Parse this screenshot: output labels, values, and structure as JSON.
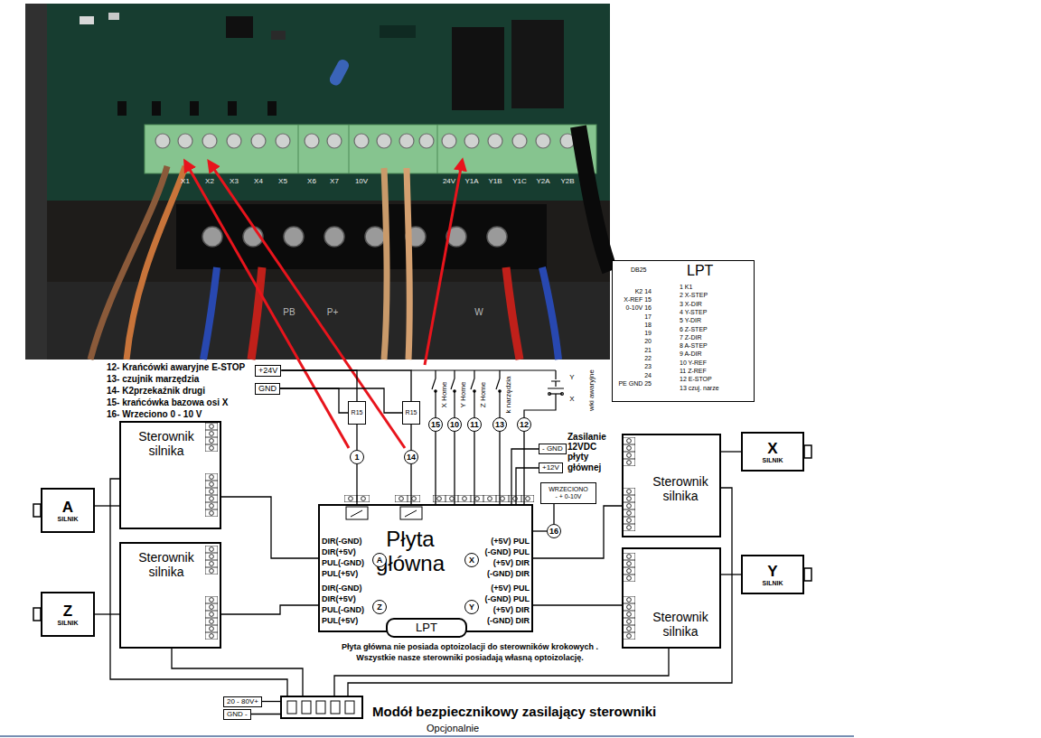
{
  "diagram": {
    "nodes": [
      {
        "text": [
          "DB25",
          "LPT"
        ]
      },
      {
        "text": [
          "+24V"
        ]
      },
      {
        "text": [
          "GND"
        ]
      },
      {
        "text": [
          "R15"
        ]
      },
      {
        "text": [
          "R15"
        ]
      },
      {
        "text": [
          "1"
        ]
      },
      {
        "text": [
          "14"
        ]
      },
      {
        "text": [
          "15"
        ]
      },
      {
        "text": [
          "10"
        ]
      },
      {
        "text": [
          "11"
        ]
      },
      {
        "text": [
          "13"
        ]
      },
      {
        "text": [
          "12"
        ]
      },
      {
        "text": [
          "- GND"
        ]
      },
      {
        "text": [
          "+12V"
        ]
      },
      {
        "text": [
          "WRZECIONO",
          "- + 0-10V"
        ]
      },
      {
        "text": [
          "16"
        ]
      },
      {
        "text": [
          "Sterownik silnika"
        ]
      },
      {
        "text": [
          "A",
          "SILNIK"
        ]
      },
      {
        "text": [
          "Płyta główna"
        ]
      },
      {
        "text": [
          "A"
        ],
        "in": 18
      },
      {
        "text": [
          "Z"
        ],
        "in": 18
      },
      {
        "text": [
          "X"
        ],
        "in": 18
      },
      {
        "text": [
          "Y"
        ],
        "in": 18
      },
      {
        "text": [
          "LPT"
        ],
        "in": 18
      },
      {
        "text": [
          "Sterownik silnika"
        ]
      },
      {
        "text": [
          "X",
          "SILNIK"
        ]
      },
      {
        "text": [
          "Sterownik silnika"
        ]
      },
      {
        "text": [
          "Z",
          "SILNIK"
        ]
      },
      {
        "text": [
          "Sterownik silnika"
        ]
      },
      {
        "text": [
          "Y",
          "SILNIK"
        ]
      },
      {
        "text": [
          "Modół bezpiecznikowy zasilający sterowniki",
          "Opcjonalnie"
        ]
      },
      {
        "text": [
          "20 - 80V+"
        ]
      },
      {
        "text": [
          "GND -"
        ]
      }
    ],
    "edges": [
      {
        "from": 1,
        "to": 3,
        "arrow": "none"
      },
      {
        "from": 1,
        "to": 4,
        "arrow": "none"
      },
      {
        "from": 2,
        "to": 3,
        "arrow": "none"
      },
      {
        "from": 2,
        "to": 4,
        "arrow": "none"
      },
      {
        "from": 3,
        "to": 5,
        "arrow": "none"
      },
      {
        "from": 5,
        "to": 18,
        "arrow": "none"
      },
      {
        "from": 4,
        "to": 6,
        "arrow": "none"
      },
      {
        "from": 6,
        "to": 18,
        "arrow": "none"
      },
      {
        "from": 7,
        "to": 18,
        "arrow": "none"
      },
      {
        "from": 8,
        "to": 18,
        "arrow": "none"
      },
      {
        "from": 9,
        "to": 18,
        "arrow": "none"
      },
      {
        "from": 10,
        "to": 18,
        "arrow": "none"
      },
      {
        "from": 11,
        "to": 18,
        "arrow": "none"
      },
      {
        "from": 12,
        "to": 18,
        "arrow": "none"
      },
      {
        "from": 13,
        "to": 18,
        "arrow": "none"
      },
      {
        "from": 14,
        "to": 15,
        "arrow": "none"
      },
      {
        "from": 15,
        "to": 18,
        "arrow": "none"
      },
      {
        "from": 16,
        "to": 17,
        "arrow": "none"
      },
      {
        "from": 16,
        "to": 18,
        "arrow": "none"
      },
      {
        "from": 18,
        "to": 24,
        "arrow": "none"
      },
      {
        "from": 24,
        "to": 25,
        "arrow": "none"
      },
      {
        "from": 26,
        "to": 27,
        "arrow": "none"
      },
      {
        "from": 26,
        "to": 18,
        "arrow": "none"
      },
      {
        "from": 18,
        "to": 28,
        "arrow": "none"
      },
      {
        "from": 28,
        "to": 29,
        "arrow": "none"
      },
      {
        "from": 30,
        "to": 16,
        "arrow": "none"
      },
      {
        "from": 30,
        "to": 26,
        "arrow": "none"
      },
      {
        "from": 30,
        "to": 24,
        "arrow": "none"
      },
      {
        "from": 30,
        "to": 28,
        "arrow": "none"
      },
      {
        "from": 31,
        "to": 30,
        "arrow": "none"
      },
      {
        "from": 32,
        "to": 30,
        "arrow": "none"
      }
    ],
    "labels": [
      "12- Krańcówki awaryjne E-STOP",
      "13- czujnik marzędzia",
      "14- K2przekaźnik drugi",
      "15- krańcówka bazowa osi X",
      "16- Wrzeciono 0 - 10 V",
      "X Home",
      "Y Home",
      "Z Home",
      "k narzędzia",
      "wki awaryjne",
      "Y",
      "X",
      "Zasilanie 12VDC płyty głównej",
      "DIR(-GND)",
      "DIR(+5V)",
      "PUL(-GND)",
      "PUL(+5V)",
      "DIR(-GND)",
      "DIR(+5V)",
      "PUL(-GND)",
      "PUL(+5V)",
      "(+5V) PUL",
      "(-GND) PUL",
      "(+5V) DIR",
      "(-GND) DIR",
      "(+5V) PUL",
      "(-GND) PUL",
      "(+5V) DIR",
      "(-GND) DIR",
      "Płyta główna nie posiada optoizolacji do sterowników krokowych .",
      "Wszystkie nasze sterowniki posiadają własną optoizolację.",
      "1 K1",
      "2 X-STEP",
      "3 X-DIR",
      "4 Y-STEP",
      "5 Y-DIR",
      "6 Z-STEP",
      "7 Z-DIR",
      "8 A-STEP",
      "9 A-DIR",
      "10 Y-REF",
      "11 Z-REF",
      "12 E-STOP",
      "13 czuj. narze",
      "K2 14",
      "X-REF 15",
      "0-10V 16",
      "17",
      "18",
      "19",
      "20",
      "21",
      "22",
      "23",
      "24",
      "PE GND 25",
      "X1",
      "X2",
      "X3",
      "X4",
      "X5",
      "X6",
      "X7",
      "10V",
      "24V",
      "Y1A",
      "Y1B",
      "Y1C",
      "Y2A",
      "Y2B",
      "PB",
      "P+",
      "W"
    ]
  }
}
